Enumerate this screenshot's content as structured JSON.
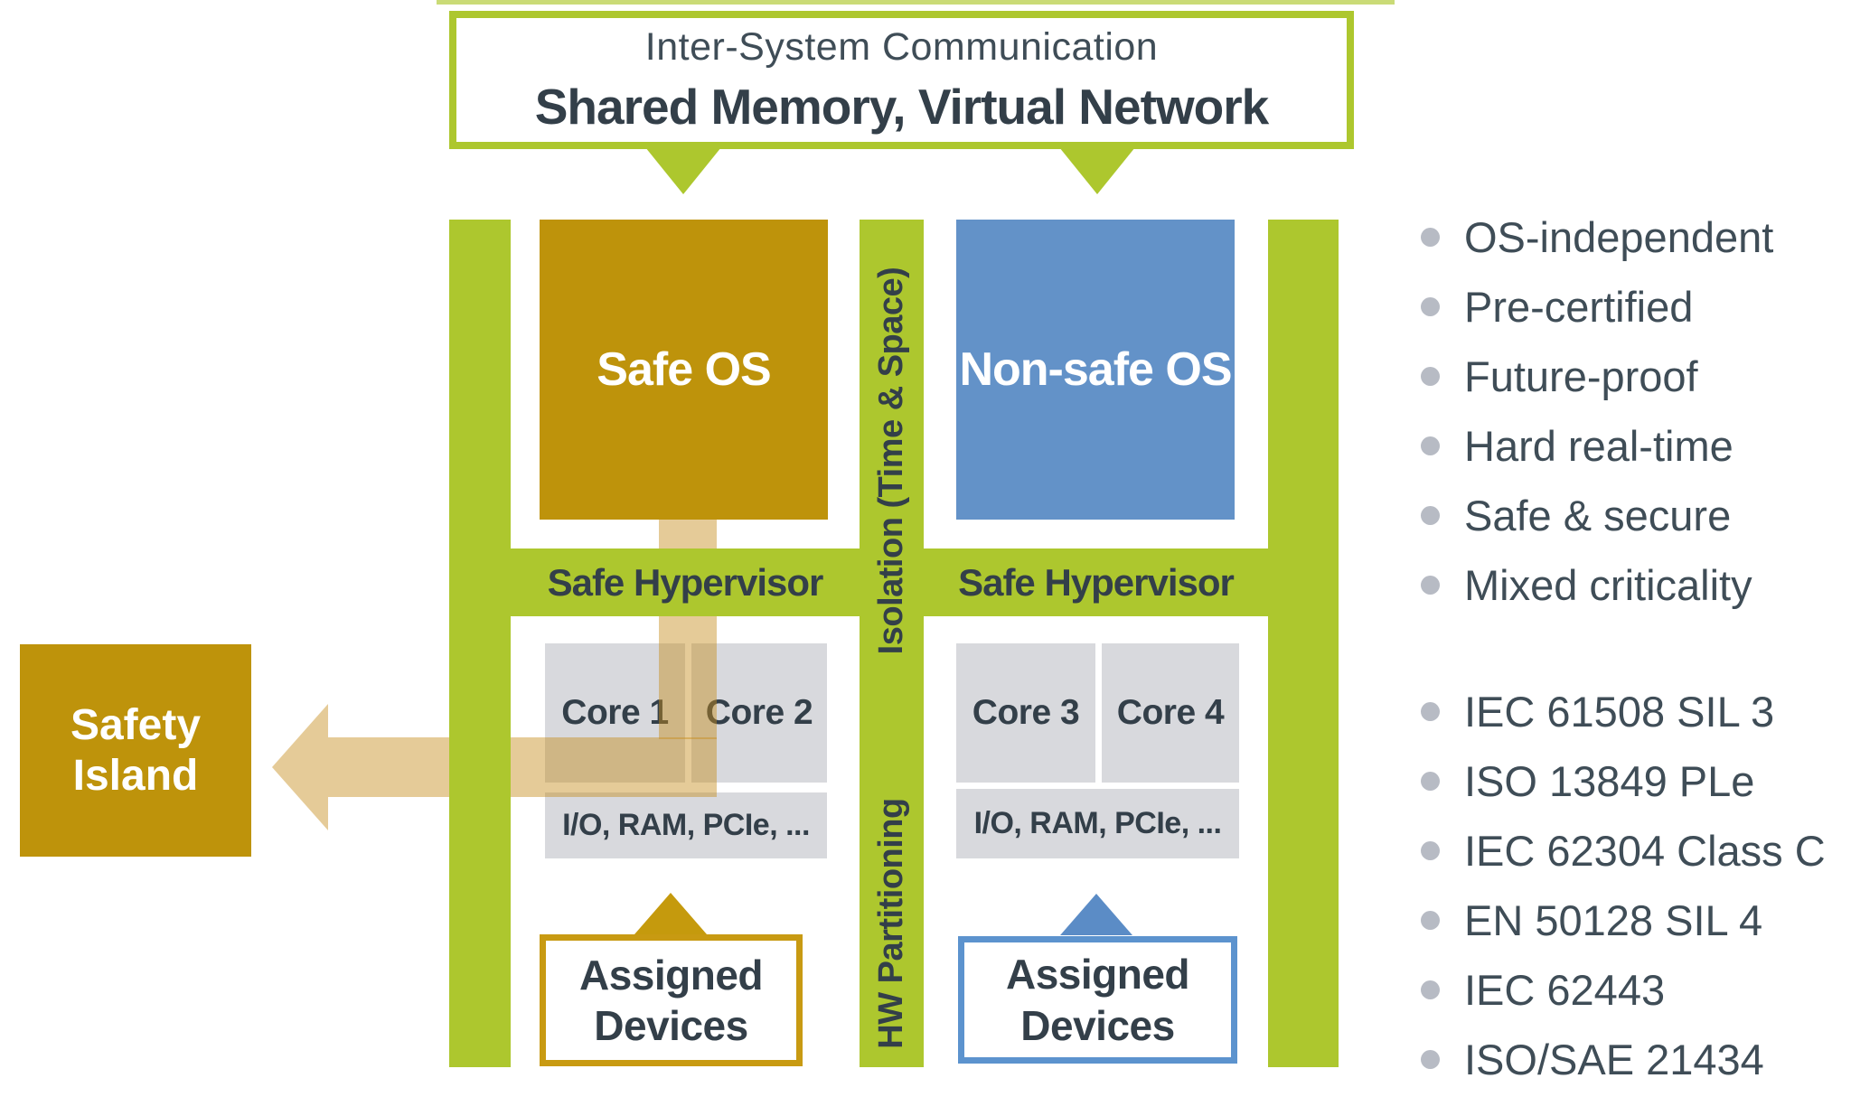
{
  "colors": {
    "lime": "#ADC72E",
    "gold": "#BE930B",
    "gold_border": "#C89A12",
    "gold_triangle": "#C59A0D",
    "blue": "#6392C8",
    "blue_border": "#5C93CE",
    "blue_triangle": "#5B8CC6",
    "gray_box": "#D8D9DD",
    "slate": "#333F49",
    "slate_soft": "#3F4D57",
    "bullet": "#B7BBC4",
    "tan": "rgba(197,139,26,0.45)",
    "bg": "#FFFFFF"
  },
  "top_box": {
    "line1": "Inter-System Communication",
    "line2": "Shared Memory, Virtual Network"
  },
  "partitions": {
    "safe_os": "Safe OS",
    "non_safe_os": "Non-safe OS"
  },
  "hypervisor": {
    "left_label": "Safe Hypervisor",
    "right_label": "Safe Hypervisor"
  },
  "isolation_label": "Isolation (Time & Space)",
  "hw_partitioning_label": "HW Partitioning",
  "hardware": {
    "core1": "Core 1",
    "core2": "Core 2",
    "core3": "Core 3",
    "core4": "Core 4",
    "io_left": "I/O, RAM, PCIe, ...",
    "io_right": "I/O, RAM, PCIe, ..."
  },
  "safety_island_label": "Safety\nIsland",
  "assigned_devices": {
    "left": "Assigned\nDevices",
    "right": "Assigned\nDevices"
  },
  "right_panel": {
    "features": [
      "OS-independent",
      "Pre-certified",
      "Future-proof",
      "Hard real-time",
      "Safe & secure",
      "Mixed criticality"
    ],
    "standards": [
      "IEC 61508 SIL 3",
      "ISO 13849 PLe",
      "IEC 62304 Class C",
      "EN 50128 SIL 4",
      "IEC 62443",
      "ISO/SAE 21434"
    ]
  }
}
